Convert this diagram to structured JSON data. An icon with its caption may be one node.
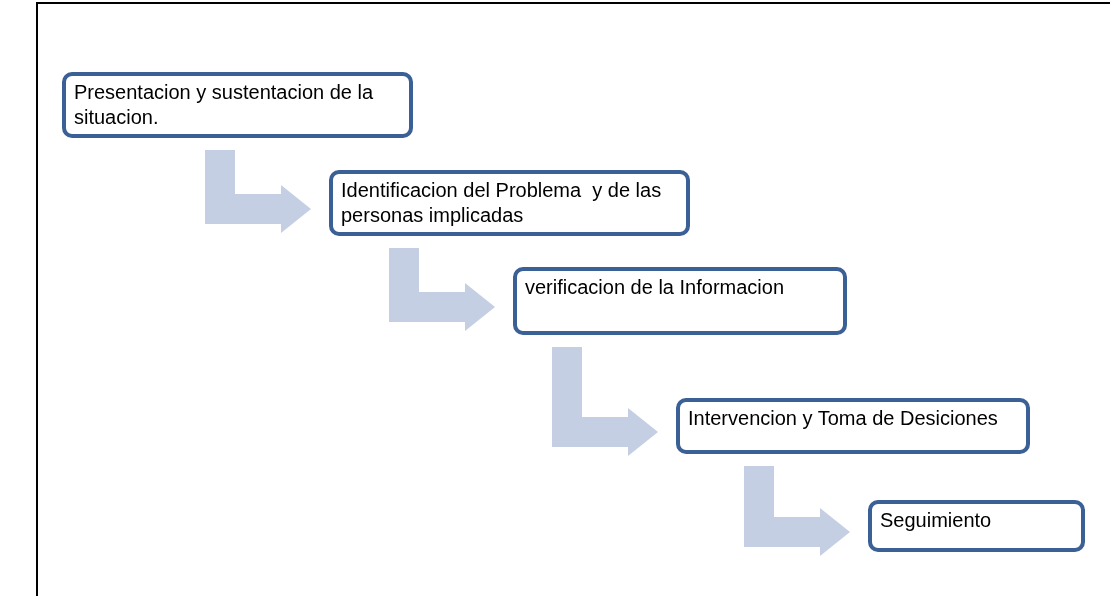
{
  "diagram": {
    "nodes": [
      {
        "text": [
          "Presentacion y sustentacion de la situacion."
        ]
      },
      {
        "text": [
          "Identificacion del Problema  y de las personas implicadas"
        ]
      },
      {
        "text": [
          "verificacion de la Informacion"
        ]
      },
      {
        "text": [
          "Intervencion y Toma de Desiciones"
        ]
      },
      {
        "text": [
          "Seguimiento"
        ]
      }
    ],
    "edges": [
      {
        "from": 0,
        "to": 1,
        "arrow": "to"
      },
      {
        "from": 1,
        "to": 2,
        "arrow": "to"
      },
      {
        "from": 2,
        "to": 3,
        "arrow": "to"
      },
      {
        "from": 3,
        "to": 4,
        "arrow": "to"
      }
    ]
  }
}
